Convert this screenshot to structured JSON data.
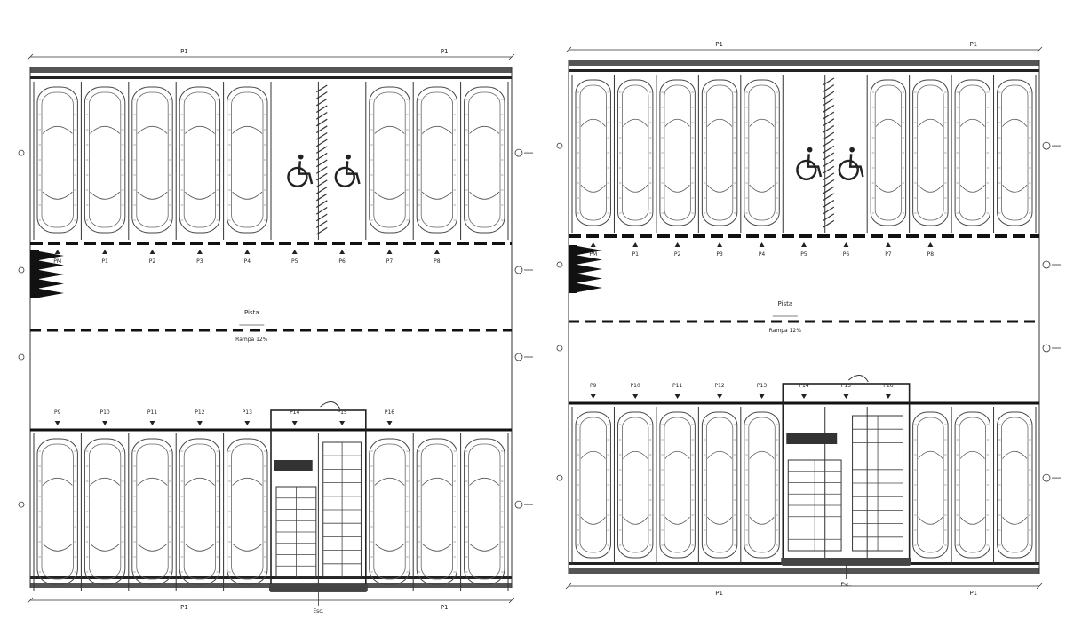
{
  "plans": [
    {
      "name": "left-plan",
      "top_dim_labels": [
        "P1",
        "P1"
      ],
      "bottom_dim_labels": [
        "P1",
        "P1"
      ],
      "aisle_label": "Pista",
      "aisle_sub": "Rampa 12%",
      "stair_label": "Esc."
    },
    {
      "name": "right-plan",
      "top_dim_labels": [
        "P1",
        "P1"
      ],
      "bottom_dim_labels": [
        "P1",
        "P1"
      ],
      "aisle_label": "Pista",
      "aisle_sub": "Rampa 12%",
      "stair_label": "Esc."
    }
  ],
  "parking_codes_upper": [
    "PM",
    "P1",
    "P2",
    "P3",
    "P4",
    "P5",
    "P6",
    "P7",
    "P8"
  ],
  "parking_codes_lower": [
    "P9",
    "P10",
    "P11",
    "P12",
    "P13",
    "P14",
    "P15",
    "P16"
  ]
}
